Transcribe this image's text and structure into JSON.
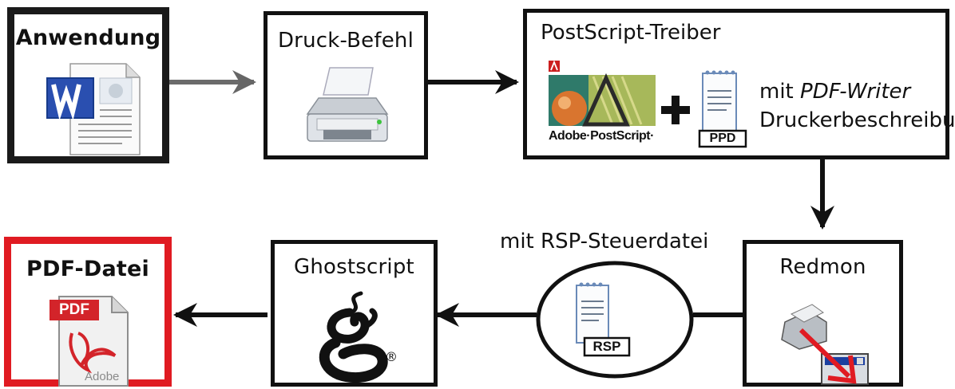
{
  "nodes": {
    "anwendung": {
      "label": "Anwendung",
      "icon": "word-document-icon"
    },
    "druck": {
      "label": "Druck-Befehl",
      "icon": "printer-icon"
    },
    "postscript": {
      "label": "PostScript-Treiber",
      "logo_text": "Adobe·PostScript·",
      "adobe_mark": "Adobe",
      "plus": "+",
      "ppd_tag": "PPD",
      "desc_prefix": "mit ",
      "desc_italic": "PDF-Writer",
      "desc_line2": "Druckerbeschreibung"
    },
    "redmon": {
      "label": "Redmon",
      "icon": "redirect-monitor-icon"
    },
    "rsp": {
      "caption": "mit RSP-Steuerdatei",
      "tag": "RSP"
    },
    "ghostscript": {
      "label": "Ghostscript",
      "icon": "ghostscript-logo",
      "registered": "®"
    },
    "pdf": {
      "label": "PDF-Datei",
      "doc_tag": "PDF",
      "doc_brand": "Adobe"
    }
  },
  "colors": {
    "border": "#111111",
    "pdf_border": "#e01b22",
    "arrow_gray": "#6b6b6b",
    "arrow_dark": "#111111"
  }
}
